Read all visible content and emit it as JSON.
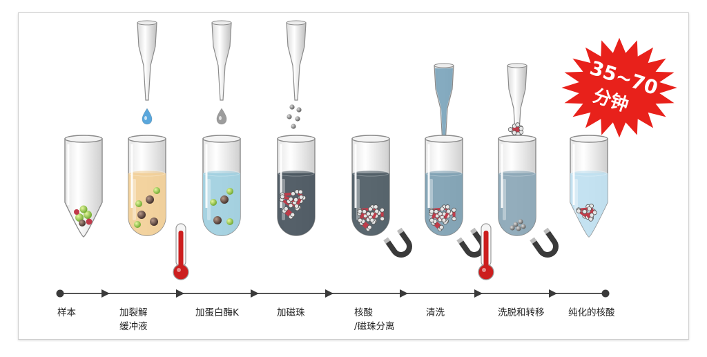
{
  "badge": {
    "line1": "35~70",
    "line2": "分钟",
    "color": "#e8211b",
    "text_color": "#ffffff"
  },
  "colors": {
    "timeline": "#555555",
    "tube_outline": "#8a8a8a",
    "lysis_buffer": "#f2cf97",
    "proteinase_k": "#9fcfe0",
    "magnetic_beads": "#46535c",
    "wash": "#7d9fb2",
    "eluate": "#bfe0f0",
    "thermometer": "#cc1e1e",
    "magnet": "#3a3a3a"
  },
  "steps": [
    {
      "id": "sample",
      "lines": [
        "样本"
      ]
    },
    {
      "id": "lysis",
      "lines": [
        "加裂解",
        "缓冲液"
      ]
    },
    {
      "id": "proteinase-k",
      "lines": [
        "加蛋白酶K"
      ]
    },
    {
      "id": "add-beads",
      "lines": [
        "加磁珠"
      ]
    },
    {
      "id": "separate",
      "lines": [
        "核酸",
        "/磁珠分离"
      ]
    },
    {
      "id": "wash",
      "lines": [
        "清洗"
      ]
    },
    {
      "id": "elute",
      "lines": [
        "洗脱和转移"
      ]
    },
    {
      "id": "purified",
      "lines": [
        "纯化的核酸"
      ]
    }
  ],
  "icons": {
    "pipette": "pipette-icon",
    "droplet": "droplet-icon",
    "thermometer": "thermometer-icon",
    "magnet": "magnet-icon",
    "tube": "test-tube-icon"
  }
}
